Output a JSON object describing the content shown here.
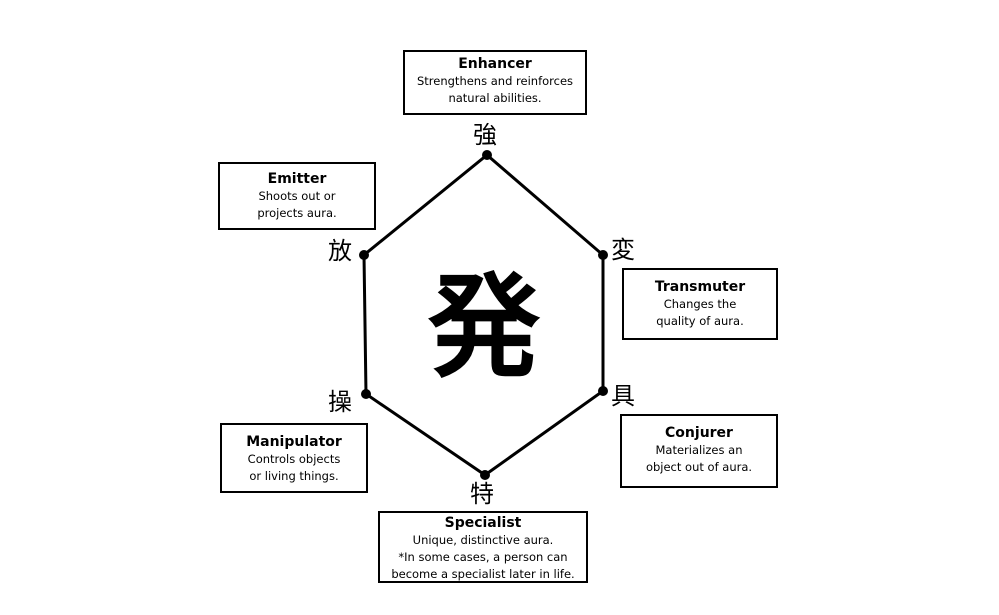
{
  "center": {
    "kanji": "発"
  },
  "types": [
    {
      "id": "enhancer",
      "kanji": "強",
      "title": "Enhancer",
      "lines": [
        "Strengthens and reinforces",
        "natural abilities."
      ]
    },
    {
      "id": "transmuter",
      "kanji": "変",
      "title": "Transmuter",
      "lines": [
        "Changes the",
        "quality of aura."
      ]
    },
    {
      "id": "conjurer",
      "kanji": "具",
      "title": "Conjurer",
      "lines": [
        "Materializes an",
        "object out of aura."
      ]
    },
    {
      "id": "specialist",
      "kanji": "特",
      "title": "Specialist",
      "lines": [
        "Unique, distinctive aura.",
        "*In some cases, a person can",
        "become a specialist later in life."
      ]
    },
    {
      "id": "manipulator",
      "kanji": "操",
      "title": "Manipulator",
      "lines": [
        "Controls objects",
        "or living things."
      ]
    },
    {
      "id": "emitter",
      "kanji": "放",
      "title": "Emitter",
      "lines": [
        "Shoots out or",
        "projects aura."
      ]
    }
  ],
  "colors": {
    "stroke": "#000000",
    "background": "#ffffff"
  }
}
